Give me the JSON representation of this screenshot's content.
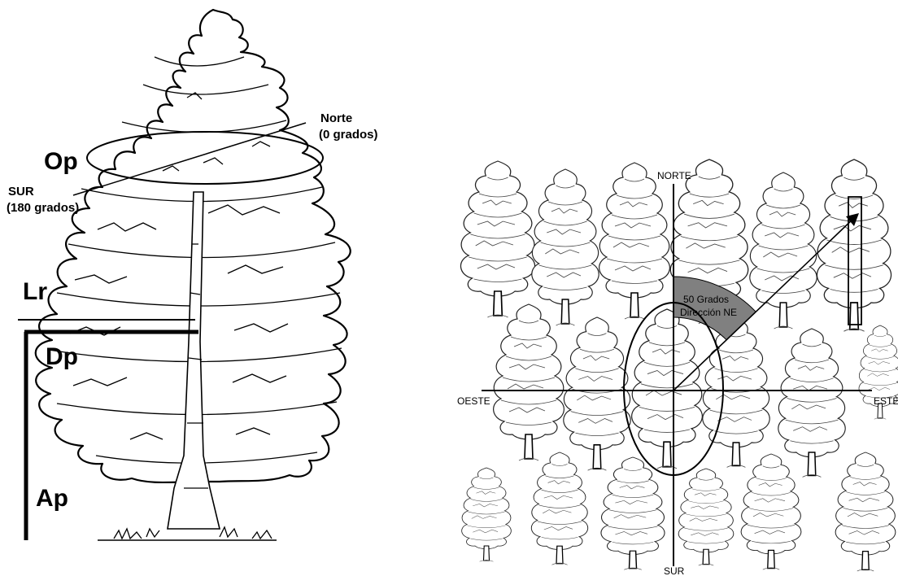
{
  "left_diagram": {
    "labels": {
      "op": "Op",
      "lr": "Lr",
      "dp": "Dp",
      "ap": "Ap",
      "norte_line1": "Norte",
      "norte_line2": "(0 grados)",
      "sur_line1": "SUR",
      "sur_line2": "(180 grados)"
    }
  },
  "right_diagram": {
    "labels": {
      "north": "NORTE",
      "south": "SUR",
      "west": "OESTE",
      "east": "ESTE",
      "angle_line1": "50 Grados",
      "angle_line2": "Dirección NE"
    },
    "angle_sector_color": "#808080"
  }
}
